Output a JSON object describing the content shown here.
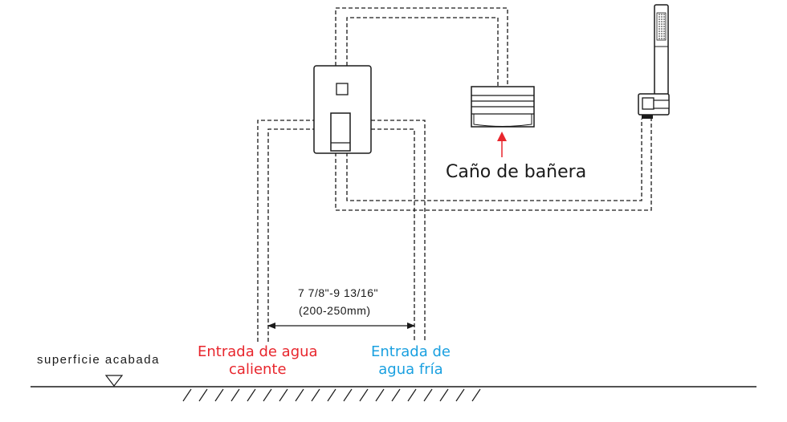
{
  "labels": {
    "finished_surface": "superficie acabada",
    "hot_inlet_line1": "Entrada de agua",
    "hot_inlet_line2": "caliente",
    "cold_inlet_line1": "Entrada de",
    "cold_inlet_line2": "agua fría",
    "tub_spout": "Caño de bañera",
    "dimension_imperial": "7 7/8\"-9 13/16\"",
    "dimension_metric": "(200-250mm)"
  },
  "colors": {
    "line": "#1a1a1a",
    "hot": "#e8262d",
    "cold": "#1aa0e0",
    "arrow": "#e8262d"
  }
}
